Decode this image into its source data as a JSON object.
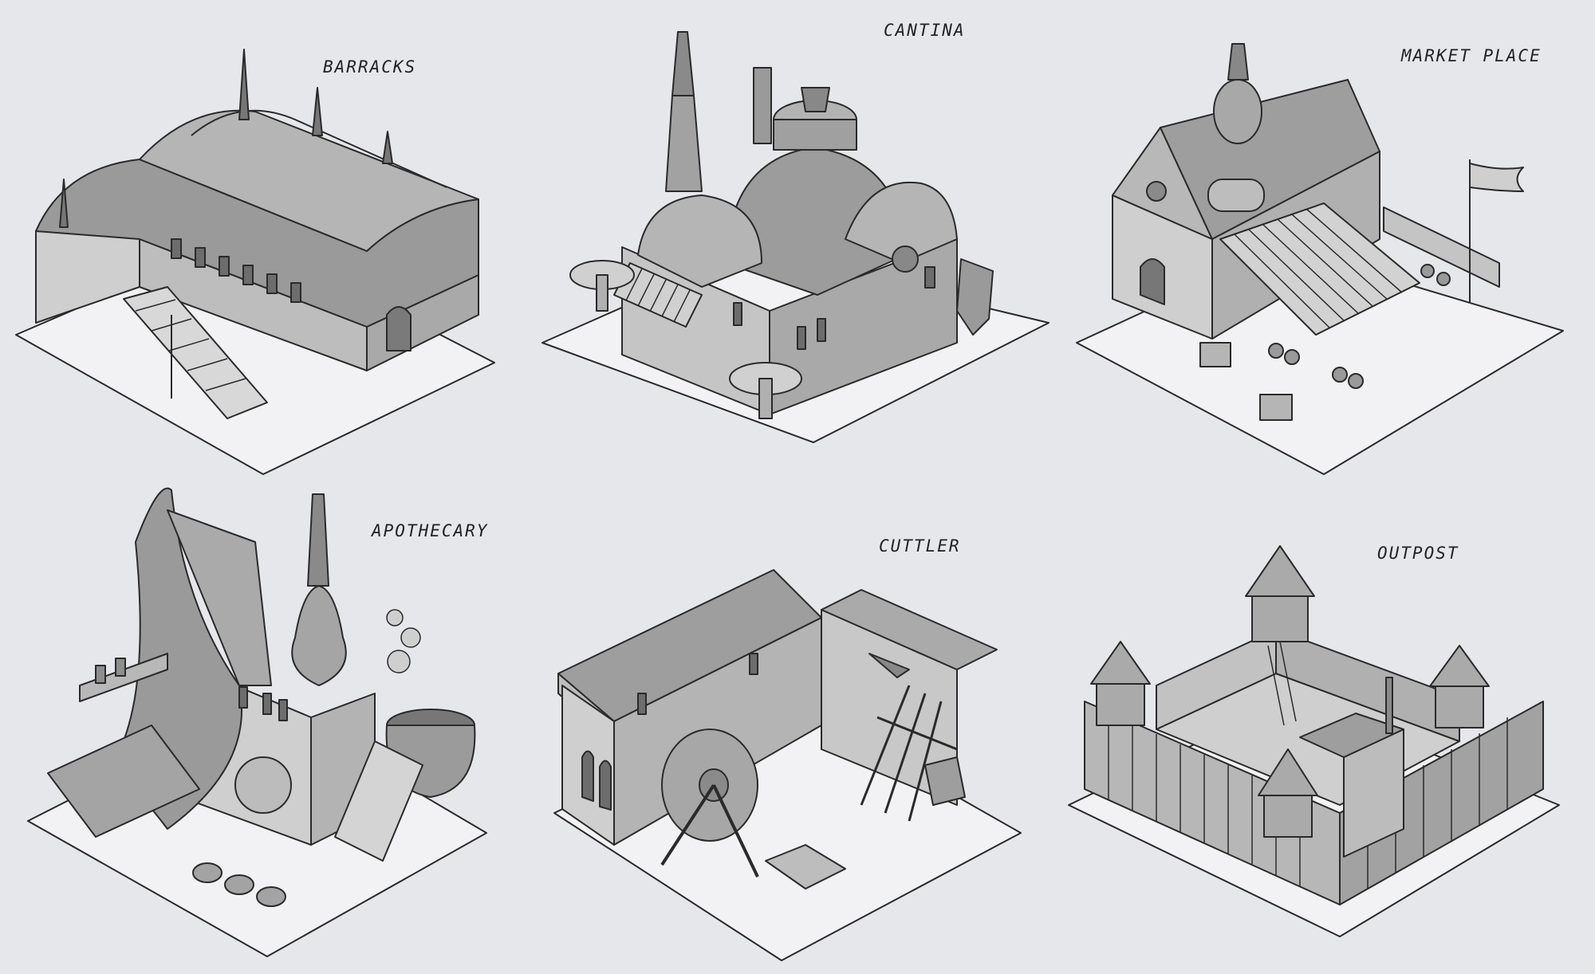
{
  "sheet": {
    "buildings": [
      {
        "label": "BARRACKS",
        "icon": "barracks-building-icon"
      },
      {
        "label": "CANTINA",
        "icon": "cantina-building-icon"
      },
      {
        "label": "MARKET PLACE",
        "icon": "market-place-building-icon"
      },
      {
        "label": "APOTHECARY",
        "icon": "apothecary-building-icon"
      },
      {
        "label": "CUTTLER",
        "icon": "cuttler-building-icon"
      },
      {
        "label": "OUTPOST",
        "icon": "outpost-building-icon"
      }
    ]
  },
  "colors": {
    "background": "#e6e7eb",
    "tile": "#f2f2f4",
    "line": "#2a2a2a",
    "roof_dark": "#8c8c8c",
    "wall_light": "#cfcfcf",
    "wall_mid": "#a9a9a9"
  }
}
